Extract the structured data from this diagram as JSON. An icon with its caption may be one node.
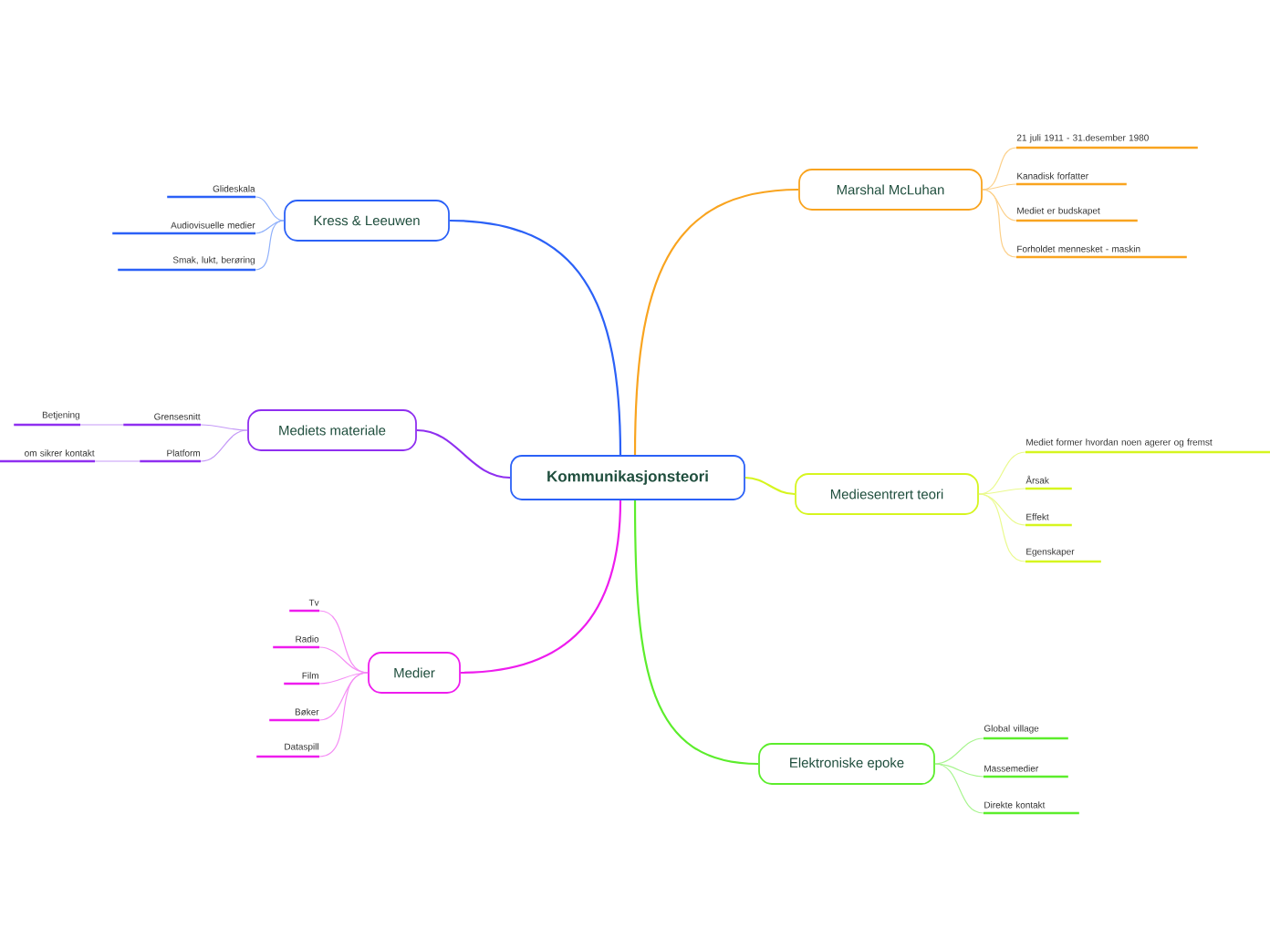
{
  "diagram": {
    "nodes": [
      {
        "text": [
          "Kommunikasjonsteori"
        ]
      },
      {
        "text": [
          "Marshal McLuhan"
        ]
      },
      {
        "text": [
          "Mediesentrert teori"
        ]
      },
      {
        "text": [
          "Elektroniske epoke"
        ]
      },
      {
        "text": [
          "Kress & Leeuwen"
        ]
      },
      {
        "text": [
          "Mediets materiale"
        ]
      },
      {
        "text": [
          "Medier"
        ]
      },
      {
        "text": [
          "21 juli 1911 - 31.desember 1980"
        ]
      },
      {
        "text": [
          "Kanadisk forfatter"
        ]
      },
      {
        "text": [
          "Mediet er budskapet"
        ]
      },
      {
        "text": [
          "Forholdet mennesket - maskin"
        ]
      },
      {
        "text": [
          "Mediet former hvordan noen agerer og fremst"
        ]
      },
      {
        "text": [
          "Årsak"
        ]
      },
      {
        "text": [
          "Effekt"
        ]
      },
      {
        "text": [
          "Egenskaper"
        ]
      },
      {
        "text": [
          "Global village"
        ]
      },
      {
        "text": [
          "Massemedier"
        ]
      },
      {
        "text": [
          "Direkte kontakt"
        ]
      },
      {
        "text": [
          "Glideskala"
        ]
      },
      {
        "text": [
          "Audiovisuelle medier"
        ]
      },
      {
        "text": [
          "Smak, lukt, berøring"
        ]
      },
      {
        "text": [
          "Grensesnitt"
        ]
      },
      {
        "text": [
          "Betjening"
        ]
      },
      {
        "text": [
          "Platform"
        ]
      },
      {
        "text": [
          "om sikrer kontakt"
        ]
      },
      {
        "text": [
          "Tv"
        ]
      },
      {
        "text": [
          "Radio"
        ]
      },
      {
        "text": [
          "Film"
        ]
      },
      {
        "text": [
          "Bøker"
        ]
      },
      {
        "text": [
          "Dataspill"
        ]
      }
    ],
    "edges": [
      {
        "from": 0,
        "to": 1,
        "arrow": "none",
        "color": "#f9a41f"
      },
      {
        "from": 0,
        "to": 2,
        "arrow": "none",
        "color": "#d6f51f"
      },
      {
        "from": 0,
        "to": 3,
        "arrow": "none",
        "color": "#5ced2c"
      },
      {
        "from": 0,
        "to": 4,
        "arrow": "none",
        "color": "#2b61f7"
      },
      {
        "from": 0,
        "to": 5,
        "arrow": "none",
        "color": "#8f2ff0"
      },
      {
        "from": 0,
        "to": 6,
        "arrow": "none",
        "color": "#ee1cee"
      },
      {
        "from": 1,
        "to": 7,
        "arrow": "none",
        "color": "#fcd08a"
      },
      {
        "from": 1,
        "to": 8,
        "arrow": "none",
        "color": "#fcd08a"
      },
      {
        "from": 1,
        "to": 9,
        "arrow": "none",
        "color": "#fcd08a"
      },
      {
        "from": 1,
        "to": 10,
        "arrow": "none",
        "color": "#fcd08a"
      },
      {
        "from": 2,
        "to": 11,
        "arrow": "none",
        "color": "#eafa8e"
      },
      {
        "from": 2,
        "to": 12,
        "arrow": "none",
        "color": "#eafa8e"
      },
      {
        "from": 2,
        "to": 13,
        "arrow": "none",
        "color": "#eafa8e"
      },
      {
        "from": 2,
        "to": 14,
        "arrow": "none",
        "color": "#eafa8e"
      },
      {
        "from": 3,
        "to": 15,
        "arrow": "none",
        "color": "#a8f58f"
      },
      {
        "from": 3,
        "to": 16,
        "arrow": "none",
        "color": "#a8f58f"
      },
      {
        "from": 3,
        "to": 17,
        "arrow": "none",
        "color": "#a8f58f"
      },
      {
        "from": 4,
        "to": 18,
        "arrow": "none",
        "color": "#8fb0fb"
      },
      {
        "from": 4,
        "to": 19,
        "arrow": "none",
        "color": "#8fb0fb"
      },
      {
        "from": 4,
        "to": 20,
        "arrow": "none",
        "color": "#8fb0fb"
      },
      {
        "from": 5,
        "to": 21,
        "arrow": "none",
        "color": "#c59af7"
      },
      {
        "from": 21,
        "to": 22,
        "arrow": "none",
        "color": "#c59af7"
      },
      {
        "from": 5,
        "to": 23,
        "arrow": "none",
        "color": "#c59af7"
      },
      {
        "from": 23,
        "to": 24,
        "arrow": "none",
        "color": "#c59af7"
      },
      {
        "from": 6,
        "to": 25,
        "arrow": "none",
        "color": "#f58ef5"
      },
      {
        "from": 6,
        "to": 26,
        "arrow": "none",
        "color": "#f58ef5"
      },
      {
        "from": 6,
        "to": 27,
        "arrow": "none",
        "color": "#f58ef5"
      },
      {
        "from": 6,
        "to": 28,
        "arrow": "none",
        "color": "#f58ef5"
      },
      {
        "from": 6,
        "to": 29,
        "arrow": "none",
        "color": "#f58ef5"
      }
    ]
  }
}
